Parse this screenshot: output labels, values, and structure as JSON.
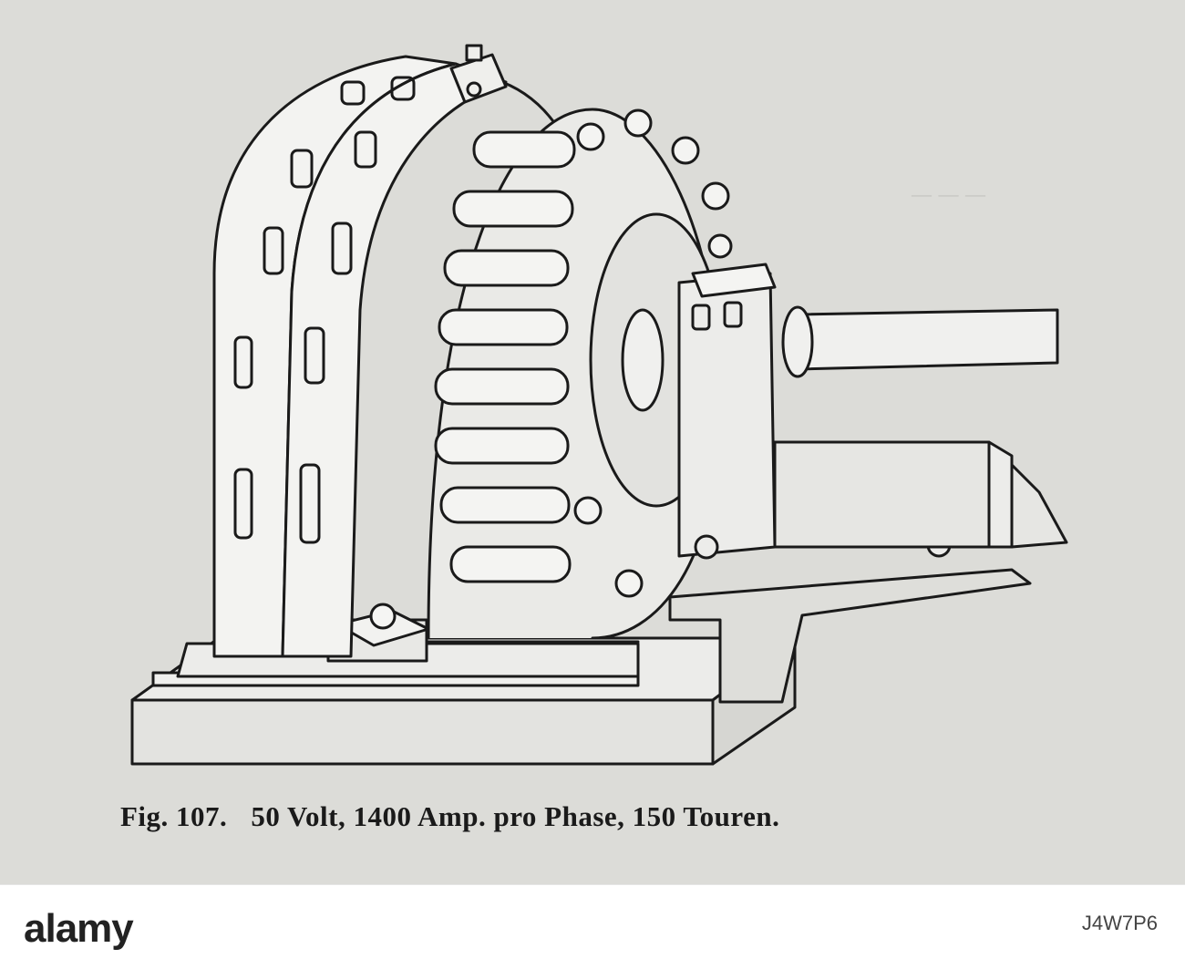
{
  "figure": {
    "number": "Fig. 107.",
    "caption": "50 Volt, 1400 Amp. pro Phase, 150 Touren."
  },
  "footer": {
    "logo": "alamy",
    "image_id": "J4W7P6"
  },
  "colors": {
    "paper": "#dcdcd8",
    "ink": "#1a1a1a",
    "footer_bg": "#ffffff"
  }
}
